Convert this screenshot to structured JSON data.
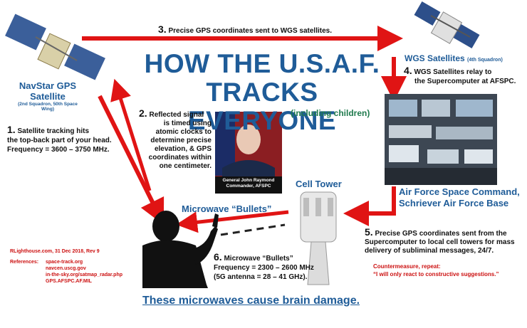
{
  "title": {
    "line1": "HOW THE U.S.A.F.",
    "line2": "TRACKS EVERYONE",
    "sub": "(including children)"
  },
  "navstar": {
    "name1": "NavStar GPS",
    "name2": "Satellite",
    "unit": "(2nd Squadron, 50th Space Wing)"
  },
  "wgs": {
    "name": "WGS Satellites",
    "unit": "(4th Squadron)"
  },
  "steps": {
    "s1": {
      "num": "1.",
      "l1": "Satellite tracking hits",
      "l2": "the top-back part of your head.",
      "l3": "Frequency = 3600 – 3750 MHz."
    },
    "s2": {
      "num": "2.",
      "lines": [
        "Reflected signal",
        "is timed using",
        "atomic clocks to",
        "determine precise",
        "elevation, & GPS",
        "coordinates within",
        "one centimeter."
      ]
    },
    "s3": {
      "num": "3.",
      "text": "Precise GPS coordinates sent to WGS satellites."
    },
    "s4": {
      "num": "4.",
      "l1": "WGS Satellites relay to",
      "l2": "the Supercomputer at AFSPC."
    },
    "s5": {
      "num": "5.",
      "l1": "Precise GPS coordinates sent from the",
      "l2": "Supercomputer to local cell towers for mass",
      "l3": "delivery of subliminal messages, 24/7."
    },
    "s6": {
      "num": "6.",
      "l1": "Microwave “Bullets”",
      "l2": "Frequency = 2300 – 2600 MHz",
      "l3": "(5G antenna = 28 – 41 GHz)."
    }
  },
  "general": {
    "name": "General John Raymond",
    "role": "Commander, AFSPC"
  },
  "cell_tower_label": "Cell Tower",
  "microwave_label": "Microwave “Bullets”",
  "afspc": {
    "l1": "Air Force Space Command,",
    "l2": "Schriever Air Force Base"
  },
  "countermeasure": {
    "l1": "Countermeasure, repeat:",
    "l2": "“I will only react to constructive suggestions.”"
  },
  "credits": {
    "line": "RLighthouse.com, 31 Dec 2018, Rev 9",
    "refs_label": "References:",
    "refs": [
      "space-track.org",
      "navcen.uscg.gov",
      "in-the-sky.org/satmap_radar.php",
      "GPS.AFSPC.AF.MIL"
    ]
  },
  "bottom": "These microwaves cause brain damage.",
  "colors": {
    "arrow": "#e01414",
    "title": "#1f5c98",
    "green": "#1f7a4d",
    "red_text": "#cc1111"
  }
}
